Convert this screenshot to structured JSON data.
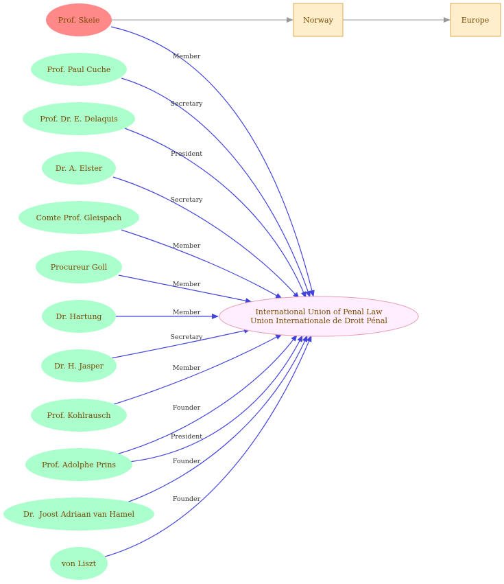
{
  "colors": {
    "person_fill": "#aaffcc",
    "highlight_fill": "#ff8888",
    "org_fill": "#ffeeff",
    "org_stroke": "#e8a0b0",
    "place_fill": "#ffeecc",
    "place_stroke": "#ddaa55",
    "label_text": "#7a4a00",
    "edge_blue": "#4444dd",
    "edge_gray": "#999999"
  },
  "organization": {
    "line1": "International Union of Penal Law",
    "line2": "Union Internationale de Droit Pénal"
  },
  "places": [
    {
      "id": "norway",
      "label": "Norway"
    },
    {
      "id": "europe",
      "label": "Europe"
    }
  ],
  "people": [
    {
      "id": "skeie",
      "label": "Prof. Skeie",
      "relation": "Member",
      "highlight": true
    },
    {
      "id": "cuche",
      "label": "Prof. Paul Cuche",
      "relation": "Secretary"
    },
    {
      "id": "delaquis",
      "label": "Prof. Dr. E. Delaquis",
      "relation": "President"
    },
    {
      "id": "elster",
      "label": "Dr. A. Elster",
      "relation": "Secretary"
    },
    {
      "id": "gleispach",
      "label": "Comte Prof. Gleispach",
      "relation": "Member"
    },
    {
      "id": "goll",
      "label": "Procureur Goll",
      "relation": "Member"
    },
    {
      "id": "hartung",
      "label": "Dr. Hartung",
      "relation": "Member"
    },
    {
      "id": "jasper",
      "label": "Dr. H. Jasper",
      "relation": "Secretary"
    },
    {
      "id": "kohlrausch",
      "label": "Prof. Kohlrausch",
      "relation": "Member"
    },
    {
      "id": "prins",
      "label": "Prof. Adolphe Prins",
      "relation": "Founder",
      "relation2": "President"
    },
    {
      "id": "vanhamel",
      "label": "Dr.  Joost Adriaan van Hamel",
      "relation": "Founder"
    },
    {
      "id": "liszt",
      "label": "von Liszt",
      "relation": "Founder"
    }
  ]
}
